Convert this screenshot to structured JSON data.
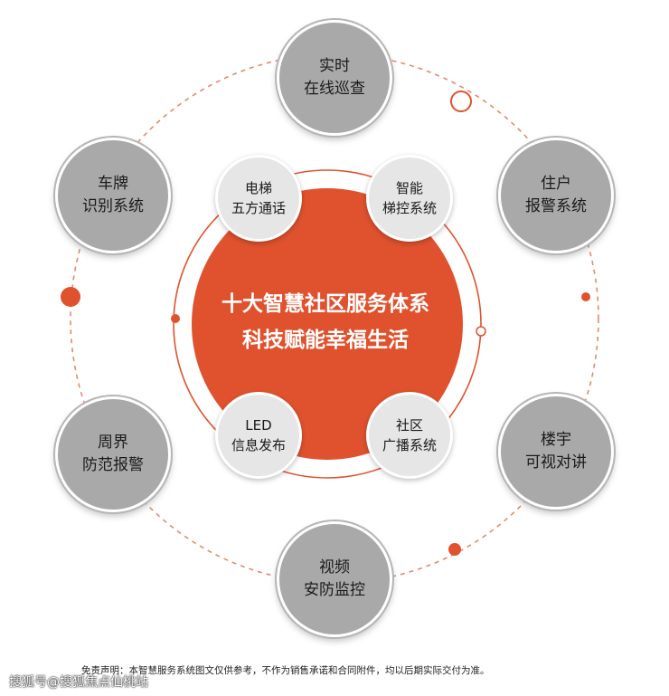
{
  "colors": {
    "accent": "#e0522e",
    "outer_node": "#a9a9a9",
    "inner_node": "#e6e6e6",
    "dashed_ring": "#e58a6c"
  },
  "center": {
    "line1": "十大智慧社区服务体系",
    "line2": "科技赋能幸福生活"
  },
  "outer_nodes": [
    {
      "line1": "实时",
      "line2": "在线巡查"
    },
    {
      "line1": "住户",
      "line2": "报警系统"
    },
    {
      "line1": "楼宇",
      "line2": "可视对讲"
    },
    {
      "line1": "视频",
      "line2": "安防监控"
    },
    {
      "line1": "周界",
      "line2": "防范报警"
    },
    {
      "line1": "车牌",
      "line2": "识别系统"
    }
  ],
  "inner_nodes": [
    {
      "line1": "电梯",
      "line2": "五方通话"
    },
    {
      "line1": "智能",
      "line2": "梯控系统"
    },
    {
      "line1": "LED",
      "line2": "信息发布"
    },
    {
      "line1": "社区",
      "line2": "广播系统"
    }
  ],
  "footer": {
    "disclaimer": "免责声明：本智慧服务系统图文仅供参考，不作为销售承诺和合同附件，均以后期实际交付为准。",
    "watermark": "搜狐号@搜狐焦点仙桃站"
  }
}
